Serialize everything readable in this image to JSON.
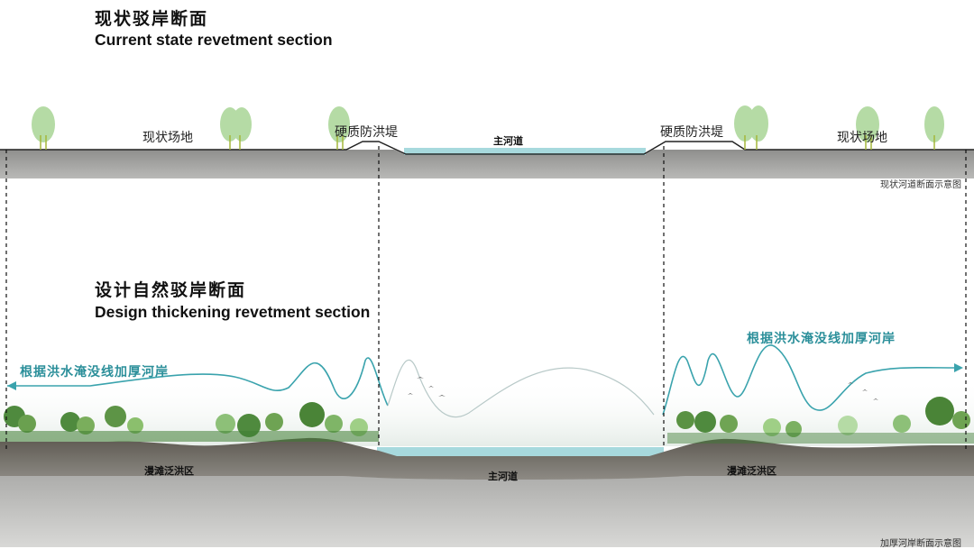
{
  "current": {
    "title_cn": "现状驳岸断面",
    "title_en": "Current state revetment section",
    "label_site_left": "现状场地",
    "label_levee_left": "硬质防洪堤",
    "label_channel": "主河道",
    "label_levee_right": "硬质防洪堤",
    "label_site_right": "现状场地",
    "caption": "现状河道断面示意图"
  },
  "design": {
    "title_cn": "设计自然驳岸断面",
    "title_en": "Design thickening revetment section",
    "label_flood_left": "根据洪水淹没线加厚河岸",
    "label_flood_right": "根据洪水淹没线加厚河岸",
    "label_floodplain_left": "漫滩泛洪区",
    "label_channel": "主河道",
    "label_floodplain_right": "漫滩泛洪区",
    "caption": "加厚河岸断面示意图"
  },
  "colors": {
    "ground": "#9a9a98",
    "water": "#a7d9dd",
    "tree": "#b5dba5",
    "flood_line": "#3aa3ad",
    "earth": "#6f6a62"
  }
}
